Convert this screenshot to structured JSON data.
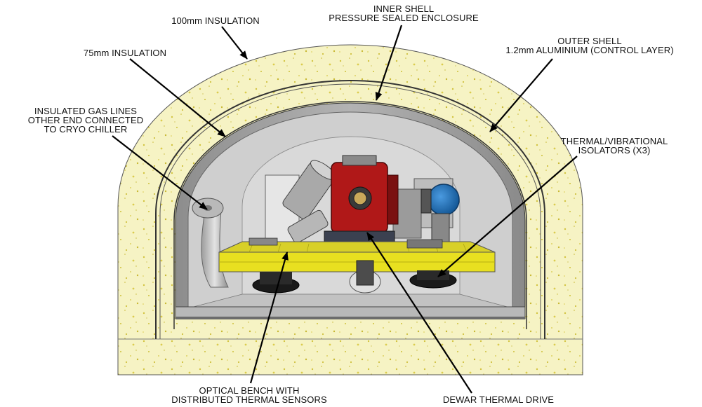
{
  "labels": {
    "insulation_100": [
      "100mm INSULATION"
    ],
    "insulation_75": [
      "75mm INSULATION"
    ],
    "inner_shell": [
      "INNER SHELL",
      "PRESSURE SEALED ENCLOSURE"
    ],
    "outer_shell": [
      "OUTER SHELL",
      "1.2mm ALUMINIUM (CONTROL LAYER)"
    ],
    "gas_lines": [
      "INSULATED GAS LINES",
      "OTHER END CONNECTED",
      "TO CRYO CHILLER"
    ],
    "isolators": [
      "THERMAL/VIBRATIONAL",
      "ISOLATORS (X3)"
    ],
    "optical_bench": [
      "OPTICAL BENCH WITH",
      "DISTRIBUTED THERMAL SENSORS"
    ],
    "dewar_drive": [
      "DEWAR THERMAL DRIVE"
    ]
  },
  "colors": {
    "insulation": "#f6f3c4",
    "insulation_speckle": "#d8c94a",
    "shell_line": "#333333",
    "inner_shell": "#9b9b9b",
    "interior": "#d4d4d4",
    "bench": "#e8e020",
    "dewar": "#b01818",
    "blue_motor": "#1f6fb8",
    "isolator": "#1a1a1a"
  }
}
